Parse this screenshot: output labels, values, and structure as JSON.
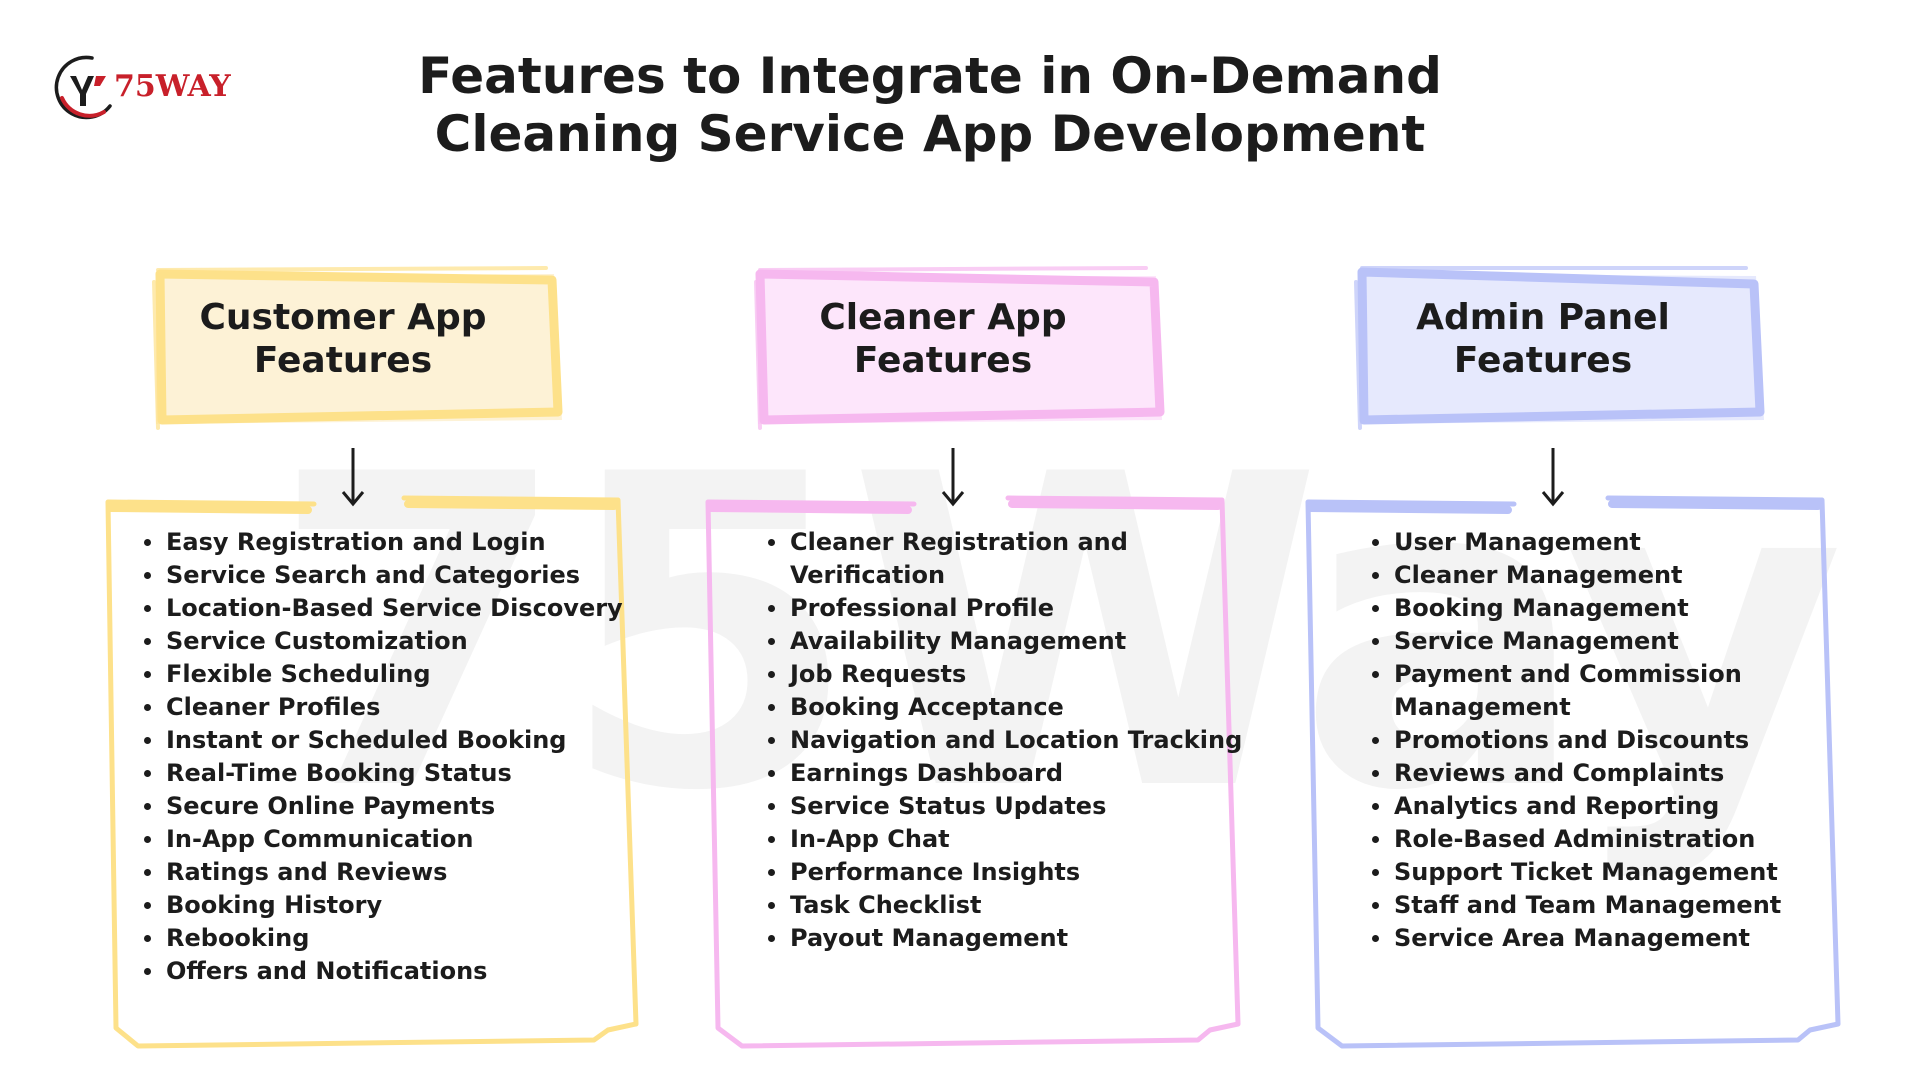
{
  "brand": {
    "logo_text": "75WAY",
    "watermark_text": "75Way"
  },
  "title": {
    "line1": "Features to Integrate in On-Demand",
    "line2": "Cleaning Service App Development"
  },
  "columns": [
    {
      "id": "customer",
      "header_line1": "Customer App",
      "header_line2": "Features",
      "accent": "#fde18a",
      "fill": "#fdf2d6",
      "features": [
        "Easy Registration and Login",
        "Service Search and Categories",
        "Location-Based Service Discovery",
        "Service Customization",
        "Flexible Scheduling",
        "Cleaner Profiles",
        "Instant or Scheduled Booking",
        "Real-Time Booking Status",
        "Secure Online Payments",
        "In-App Communication",
        "Ratings and Reviews",
        "Booking History",
        "Rebooking",
        "Offers and Notifications"
      ]
    },
    {
      "id": "cleaner",
      "header_line1": "Cleaner App",
      "header_line2": "Features",
      "accent": "#f6b8ef",
      "fill": "#fde6fb",
      "features": [
        "Cleaner Registration and Verification",
        "Professional Profile",
        "Availability Management",
        "Job Requests",
        "Booking Acceptance",
        "Navigation and Location Tracking",
        "Earnings Dashboard",
        "Service Status Updates",
        "In-App Chat",
        "Performance Insights",
        "Task Checklist",
        "Payout Management"
      ]
    },
    {
      "id": "admin",
      "header_line1": "Admin Panel",
      "header_line2": "Features",
      "accent": "#b9c2f8",
      "fill": "#e6e9fd",
      "features": [
        "User Management",
        "Cleaner Management",
        "Booking Management",
        "Service Management",
        "Payment and Commission Management",
        "Promotions and Discounts",
        "Reviews and Complaints",
        "Analytics and Reporting",
        "Role-Based Administration",
        "Support Ticket Management",
        "Staff and Team Management",
        "Service Area Management"
      ]
    }
  ]
}
